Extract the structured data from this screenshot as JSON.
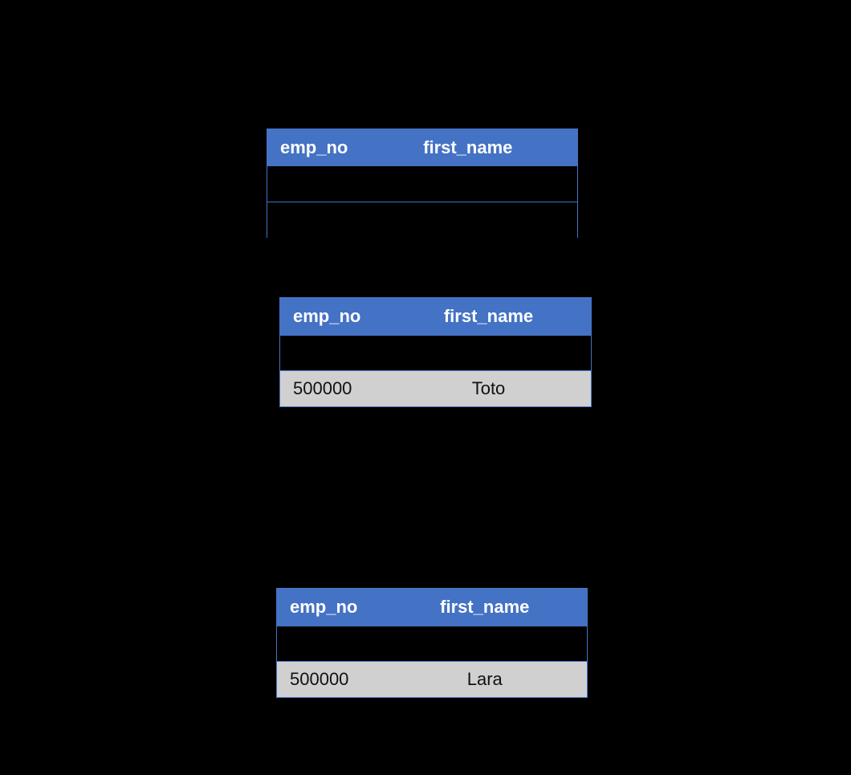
{
  "page": {
    "background_color": "#000000",
    "header_color": "#4472C4",
    "header_text_color": "#FFFFFF",
    "data_row_color": "#D0D0D0",
    "data_row_text_color": "#111111",
    "border_color": "#4472C4"
  },
  "tables": [
    {
      "name": "result-table-1",
      "columns": [
        "emp_no",
        "first_name"
      ],
      "rows": [
        {
          "emp_no": "",
          "first_name": ""
        },
        {
          "emp_no": "",
          "first_name": ""
        }
      ]
    },
    {
      "name": "result-table-2",
      "columns": [
        "emp_no",
        "first_name"
      ],
      "rows": [
        {
          "emp_no": "",
          "first_name": ""
        },
        {
          "emp_no": "500000",
          "first_name": "Toto"
        }
      ]
    },
    {
      "name": "result-table-3",
      "columns": [
        "emp_no",
        "first_name"
      ],
      "rows": [
        {
          "emp_no": "",
          "first_name": ""
        },
        {
          "emp_no": "500000",
          "first_name": "Lara"
        }
      ]
    }
  ]
}
